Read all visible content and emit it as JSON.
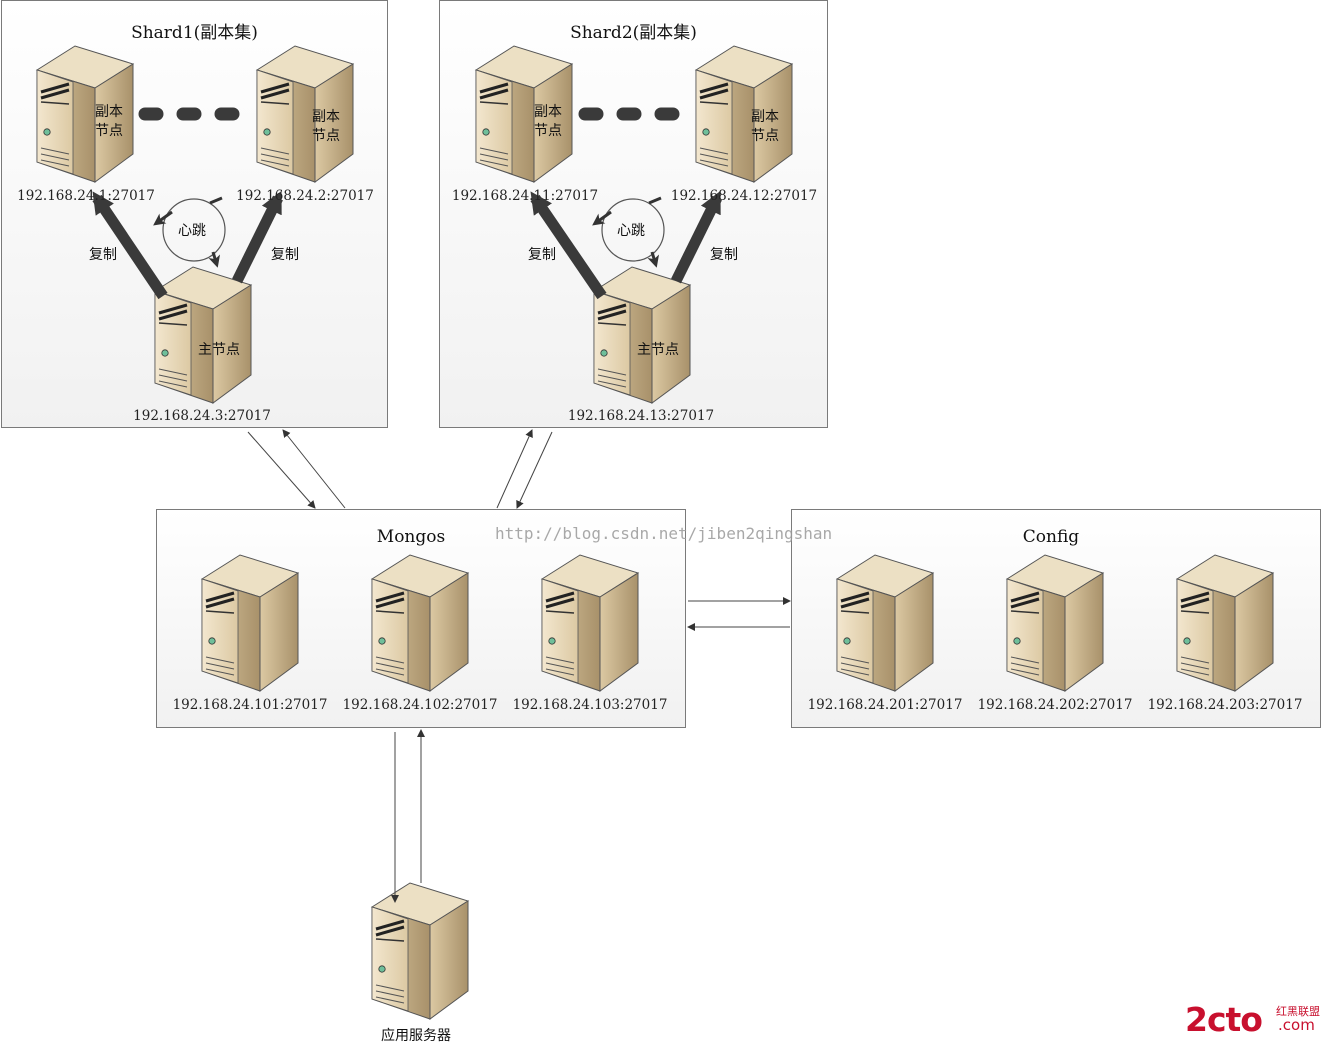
{
  "shard1": {
    "title": "Shard1(副本集)",
    "replica_a": {
      "label1": "副本",
      "label2": "节点",
      "address": "192.168.24.1:27017"
    },
    "replica_b": {
      "label1": "副本",
      "label2": "节点",
      "address": "192.168.24.2:27017"
    },
    "primary": {
      "label": "主节点",
      "address": "192.168.24.3:27017"
    },
    "replicate_left": "复制",
    "replicate_right": "复制",
    "heartbeat": "心跳"
  },
  "shard2": {
    "title": "Shard2(副本集)",
    "replica_a": {
      "label1": "副本",
      "label2": "节点",
      "address": "192.168.24.11:27017"
    },
    "replica_b": {
      "label1": "副本",
      "label2": "节点",
      "address": "192.168.24.12:27017"
    },
    "primary": {
      "label": "主节点",
      "address": "192.168.24.13:27017"
    },
    "replicate_left": "复制",
    "replicate_right": "复制",
    "heartbeat": "心跳"
  },
  "mongos": {
    "title": "Mongos",
    "servers": [
      "192.168.24.101:27017",
      "192.168.24.102:27017",
      "192.168.24.103:27017"
    ]
  },
  "config": {
    "title": "Config",
    "servers": [
      "192.168.24.201:27017",
      "192.168.24.202:27017",
      "192.168.24.203:27017"
    ]
  },
  "app_server": {
    "label": "应用服务器"
  },
  "watermark": "http://blog.csdn.net/jiben2qingshan",
  "logo": {
    "main": "2cto",
    "cn": "红黑联盟",
    "domain": ".com"
  },
  "colors": {
    "server_body": "#dcc9a3",
    "server_dark": "#a8916a",
    "arrow_thick": "#3a3a3a",
    "panel_border": "#7a7a7a"
  }
}
